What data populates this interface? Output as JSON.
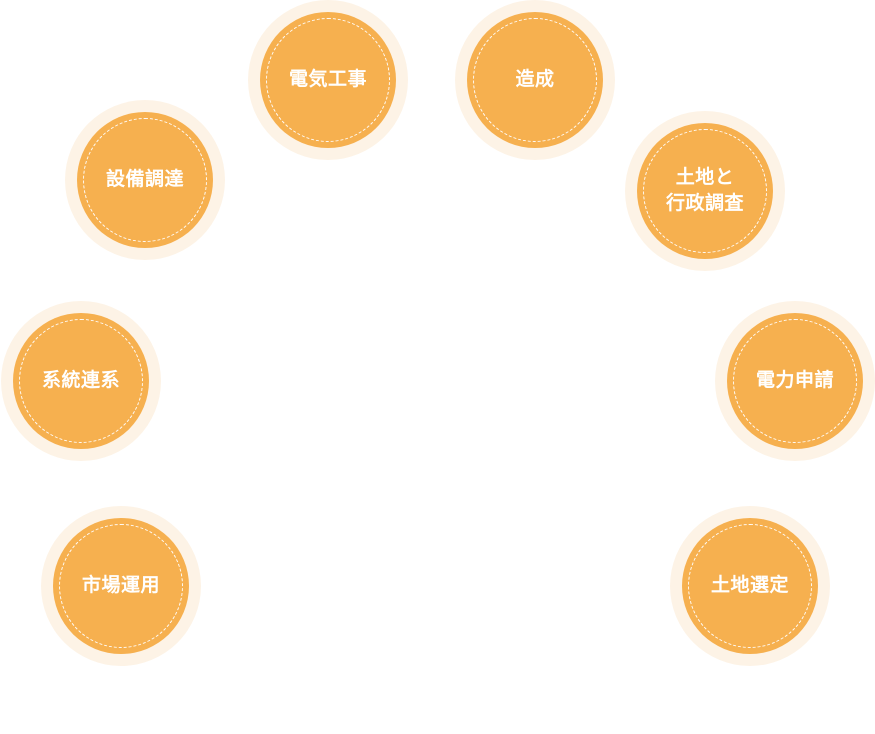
{
  "cycle": {
    "steps": [
      {
        "id": "denki",
        "label": "電気工事"
      },
      {
        "id": "zosei",
        "label": "造成"
      },
      {
        "id": "setsubi",
        "label": "設備調達"
      },
      {
        "id": "tochi_gyosei",
        "label": "土地と\n行政調査"
      },
      {
        "id": "keito",
        "label": "系統連系"
      },
      {
        "id": "denryoku",
        "label": "電力申請"
      },
      {
        "id": "shijo",
        "label": "市場運用"
      },
      {
        "id": "sentei",
        "label": "土地選定"
      }
    ]
  },
  "colors": {
    "disc": "#f6b04f",
    "halo": "#fdf3e6",
    "text": "#ffffff"
  }
}
